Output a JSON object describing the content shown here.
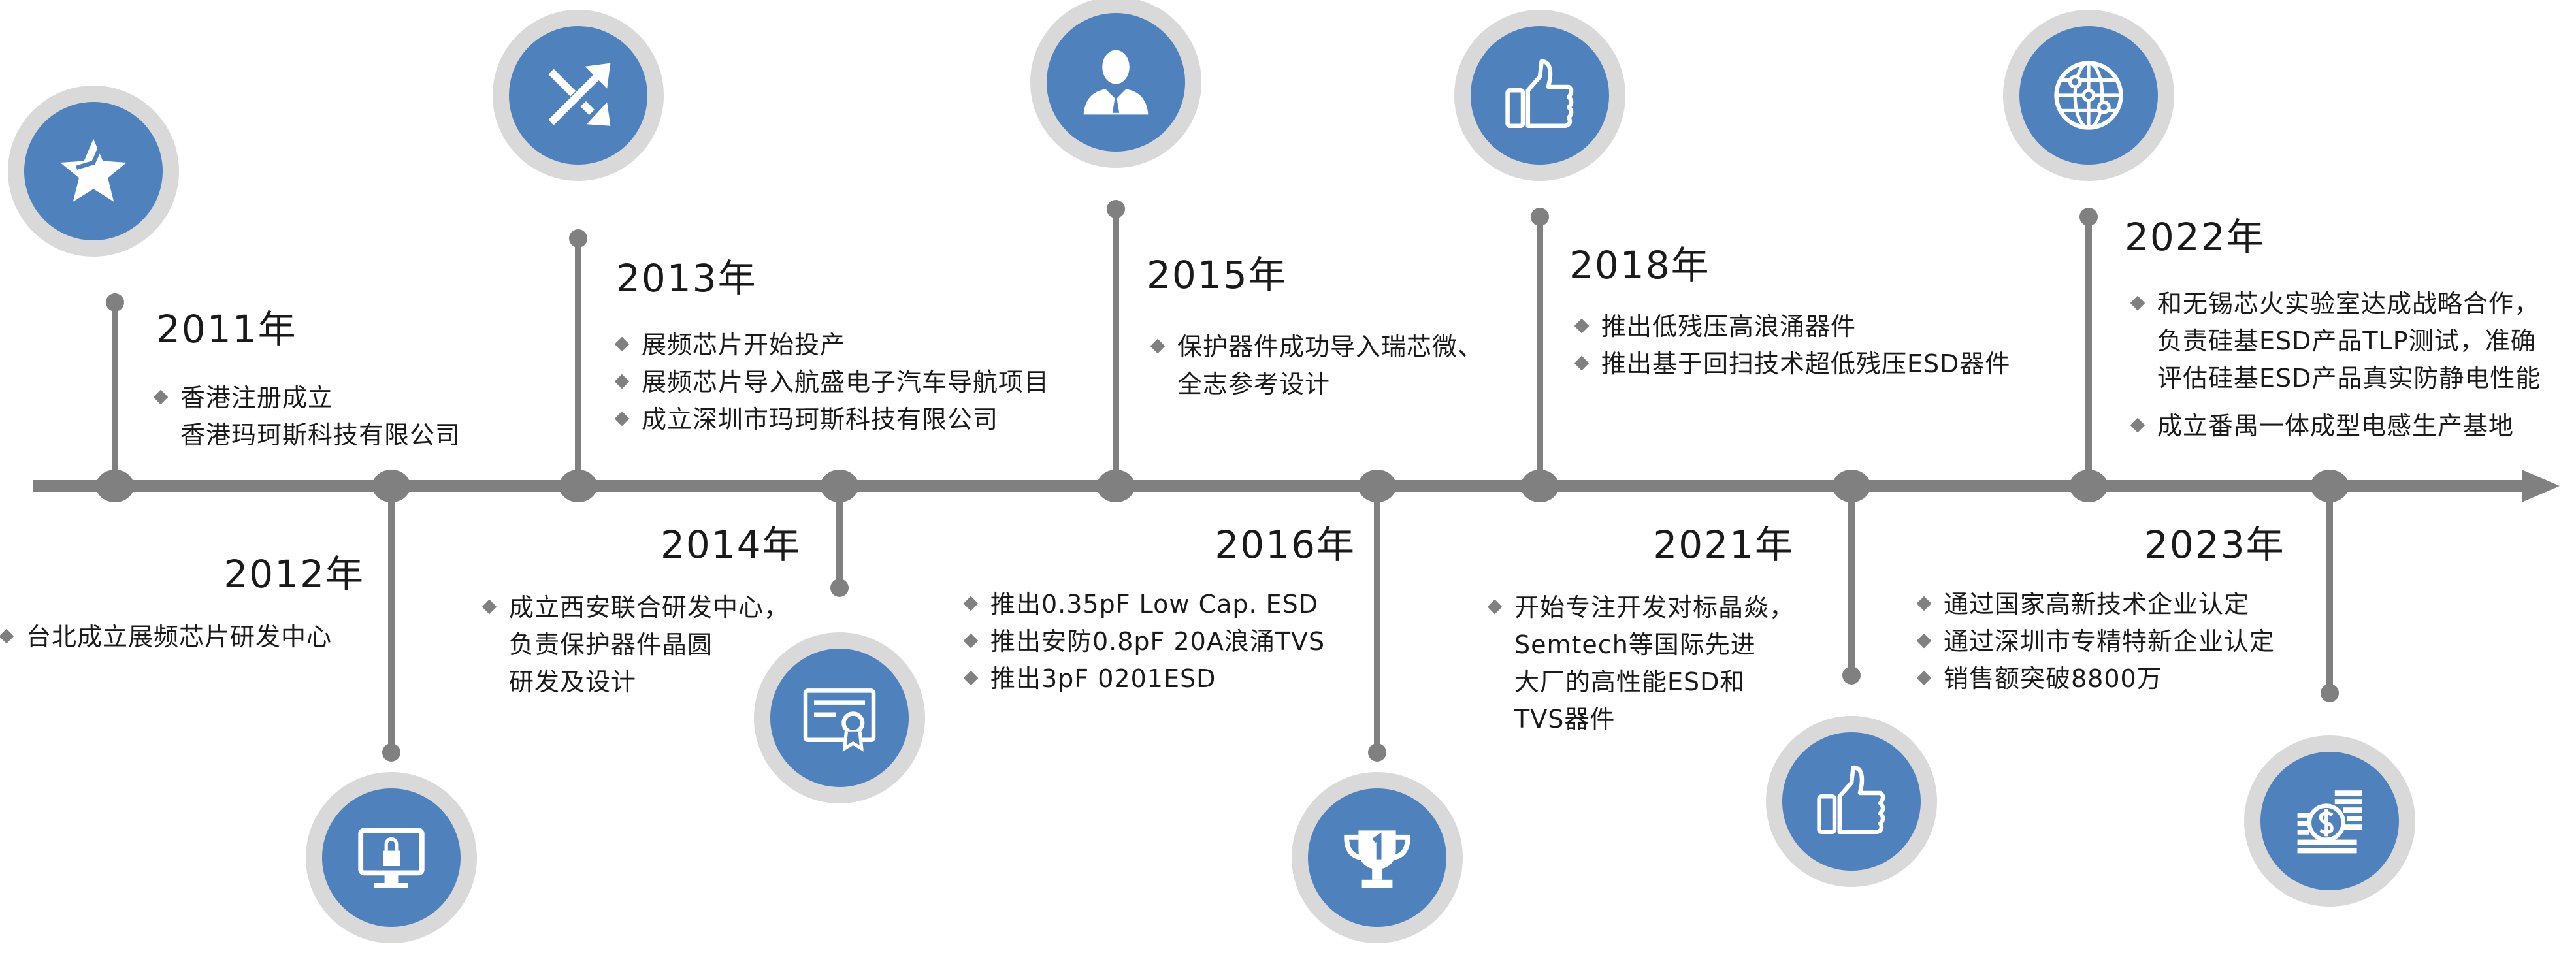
{
  "colors": {
    "axis": "#808080",
    "ring": "#d9d9d9",
    "icon_bg": "#4f81bd",
    "text": "#1a1a1a"
  },
  "events": [
    {
      "year": "2011年",
      "icon": "star-icon",
      "items": [
        {
          "lines": [
            "香港注册成立",
            "香港玛珂斯科技有限公司"
          ]
        }
      ]
    },
    {
      "year": "2012年",
      "icon": "monitor-lock-icon",
      "items": [
        {
          "lines": [
            "台北成立展频芯片研发中心"
          ]
        }
      ]
    },
    {
      "year": "2013年",
      "icon": "shuffle-arrows-icon",
      "items": [
        {
          "lines": [
            "展频芯片开始投产"
          ]
        },
        {
          "lines": [
            "展频芯片导入航盛电子汽车导航项目"
          ]
        },
        {
          "lines": [
            "成立深圳市玛珂斯科技有限公司"
          ]
        }
      ]
    },
    {
      "year": "2014年",
      "icon": "certificate-icon",
      "items": [
        {
          "lines": [
            "成立西安联合研发中心，",
            "负责保护器件晶圆",
            "研发及设计"
          ]
        }
      ]
    },
    {
      "year": "2015年",
      "icon": "businessman-icon",
      "items": [
        {
          "lines": [
            "保护器件成功导入瑞芯微、",
            "全志参考设计"
          ]
        }
      ]
    },
    {
      "year": "2016年",
      "icon": "trophy-icon",
      "items": [
        {
          "lines": [
            "推出0.35pF Low Cap. ESD"
          ]
        },
        {
          "lines": [
            "推出安防0.8pF 20A浪涌TVS"
          ]
        },
        {
          "lines": [
            "推出3pF 0201ESD"
          ]
        }
      ]
    },
    {
      "year": "2018年",
      "icon": "thumbs-up-icon",
      "items": [
        {
          "lines": [
            "推出低残压高浪涌器件"
          ]
        },
        {
          "lines": [
            "推出基于回扫技术超低残压ESD器件"
          ]
        }
      ]
    },
    {
      "year": "2021年",
      "icon": "thumbs-up-icon",
      "items": [
        {
          "lines": [
            "开始专注开发对标晶焱，",
            "Semtech等国际先进",
            "大厂的高性能ESD和",
            "TVS器件"
          ]
        }
      ]
    },
    {
      "year": "2022年",
      "icon": "globe-network-icon",
      "items": [
        {
          "lines": [
            "和无锡芯火实验室达成战略合作，",
            "负责硅基ESD产品TLP测试，准确",
            "评估硅基ESD产品真实防静电性能"
          ]
        },
        {
          "lines": [
            "成立番禺一体成型电感生产基地"
          ]
        }
      ]
    },
    {
      "year": "2023年",
      "icon": "coins-dollar-icon",
      "items": [
        {
          "lines": [
            "通过国家高新技术企业认定"
          ]
        },
        {
          "lines": [
            "通过深圳市专精特新企业认定"
          ]
        },
        {
          "lines": [
            "销售额突破8800万"
          ]
        }
      ]
    }
  ]
}
